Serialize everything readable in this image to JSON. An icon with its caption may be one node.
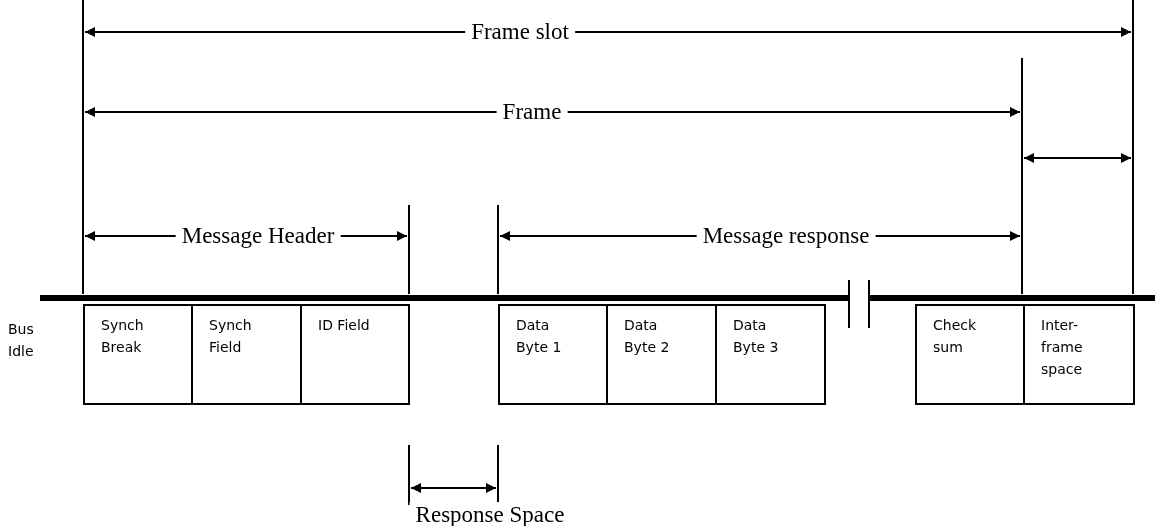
{
  "diagram": {
    "nodes": [
      {
        "text": [
          "Synch Break"
        ]
      },
      {
        "text": [
          "Synch Field"
        ]
      },
      {
        "text": [
          "ID Field"
        ]
      },
      {
        "text": [
          "Data Byte 1"
        ]
      },
      {
        "text": [
          "Data Byte 2"
        ]
      },
      {
        "text": [
          "Data Byte 3"
        ]
      },
      {
        "text": [
          "Check sum"
        ]
      },
      {
        "text": [
          "Inter-frame space"
        ]
      }
    ],
    "labels": [
      "Frame slot",
      "Frame",
      "Message Header",
      "Message response",
      "Bus Idle",
      "Response Space"
    ]
  }
}
